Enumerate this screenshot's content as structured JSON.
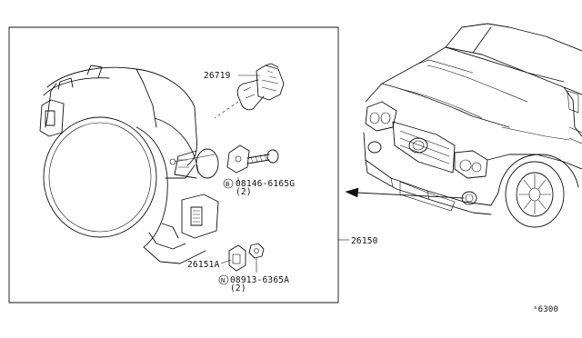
{
  "diagram": {
    "callouts": [
      {
        "id": "bulb",
        "text": "26719"
      },
      {
        "id": "bolt",
        "text": "08146-6165G",
        "prefix": "B",
        "qty": "(2)"
      },
      {
        "id": "lamp",
        "text": "26150"
      },
      {
        "id": "clip",
        "text": "26151A"
      },
      {
        "id": "nut",
        "text": "08913-6365A",
        "prefix": "N",
        "qty": "(2)"
      }
    ],
    "diagram_code": "ˢ6300"
  }
}
